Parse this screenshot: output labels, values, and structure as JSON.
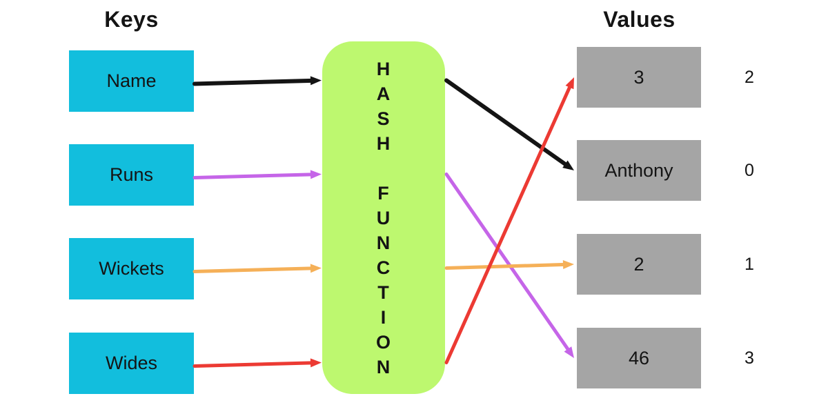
{
  "titles": {
    "keys": "Keys",
    "values": "Values"
  },
  "keys": [
    {
      "label": "Name"
    },
    {
      "label": "Runs"
    },
    {
      "label": "Wickets"
    },
    {
      "label": "Wides"
    }
  ],
  "hash_function": {
    "label": "HASH FUNCTION",
    "display": "H\nA\nS\nH\n\nF\nU\nN\nC\nT\nI\nO\nN"
  },
  "values": [
    {
      "label": "3",
      "index": "2"
    },
    {
      "label": "Anthony",
      "index": "0"
    },
    {
      "label": "2",
      "index": "1"
    },
    {
      "label": "46",
      "index": "3"
    }
  ],
  "connections": [
    {
      "key": "Name",
      "value": "Anthony",
      "from_key": 0,
      "to_value": 1,
      "color": "#141414"
    },
    {
      "key": "Runs",
      "value": "46",
      "from_key": 1,
      "to_value": 3,
      "color": "#c565e8"
    },
    {
      "key": "Wickets",
      "value": "2",
      "from_key": 2,
      "to_value": 2,
      "color": "#f5b058"
    },
    {
      "key": "Wides",
      "value": "3",
      "from_key": 3,
      "to_value": 0,
      "color": "#ec3a33"
    }
  ],
  "colors": {
    "key_box": "#12bedd",
    "hash_box": "#bdf86f",
    "value_box": "#a5a5a5",
    "background": "#ffffff",
    "text": "#141414"
  }
}
